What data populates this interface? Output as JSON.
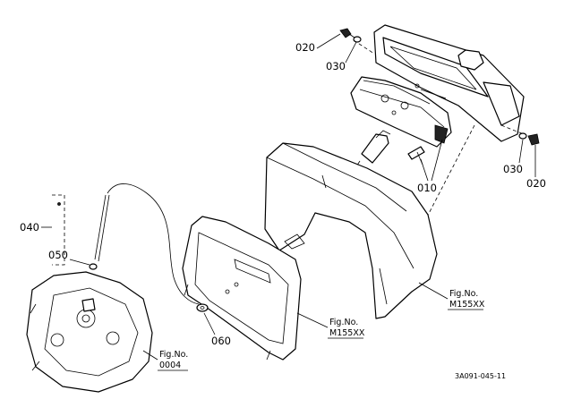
{
  "diagram": {
    "callouts": {
      "c020_top": "020",
      "c030_top": "030",
      "c010": "010",
      "c030_right": "030",
      "c020_right": "020",
      "c040": "040",
      "c050": "050",
      "c060": "060"
    },
    "fig_refs": {
      "ref_m155xx_right": {
        "label": "Fig.No.",
        "number": "M155XX"
      },
      "ref_m155xx_center": {
        "label": "Fig.No.",
        "number": "M155XX"
      },
      "ref_0004": {
        "label": "Fig.No.",
        "number": "0004"
      }
    },
    "drawing_number": "3A091-045-11"
  }
}
